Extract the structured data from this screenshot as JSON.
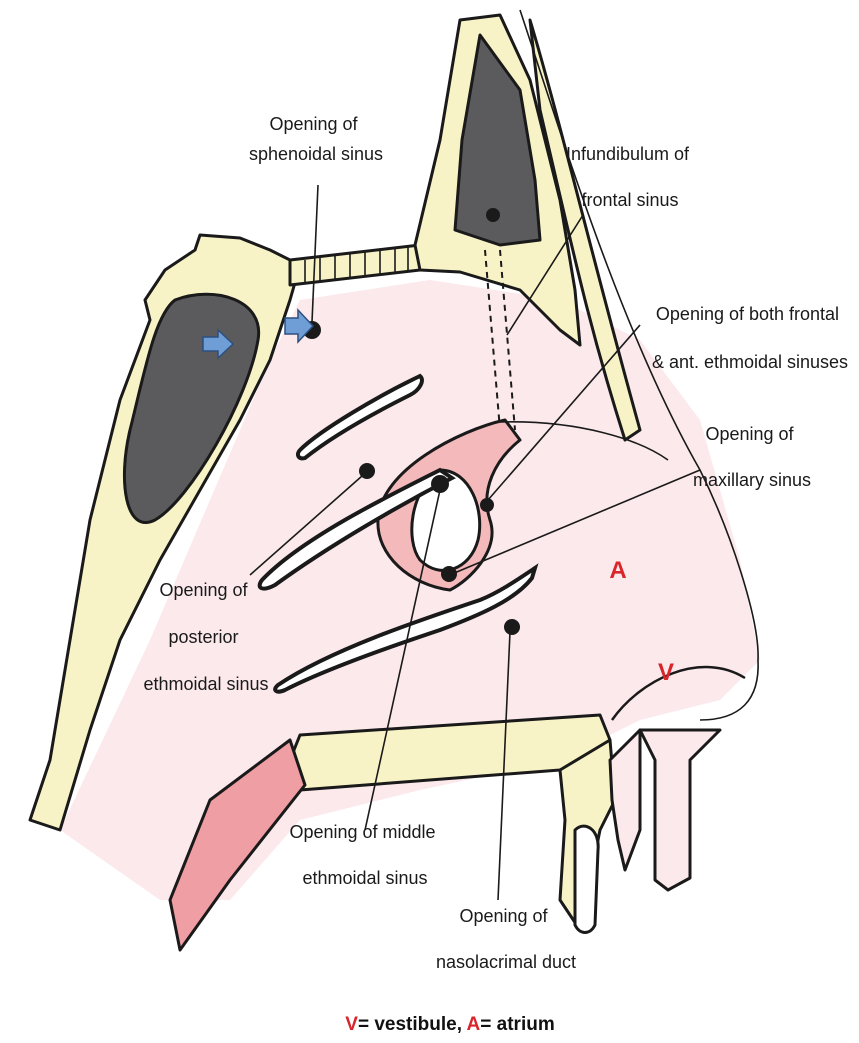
{
  "diagram": {
    "labels": {
      "sphenoidal": [
        "Opening of",
        "sphenoidal sinus"
      ],
      "infundibulum": [
        "Infundibulum of",
        "frontal sinus"
      ],
      "frontal_ethmoidal": [
        "Opening of both frontal",
        "& ant. ethmoidal sinuses"
      ],
      "maxillary": [
        "Opening of",
        "maxillary sinus"
      ],
      "posterior_ethmoidal": [
        "Opening of",
        "posterior",
        "ethmoidal sinus"
      ],
      "middle_ethmoidal": [
        "Opening of middle",
        "ethmoidal sinus"
      ],
      "nasolacrimal": [
        "Opening of",
        "nasolacrimal duct"
      ]
    },
    "region_letters": {
      "atrium": "A",
      "vestibule": "V"
    },
    "legend": {
      "v_letter": "V",
      "v_text": "= vestibule, ",
      "a_letter": "A",
      "a_text": "= atrium"
    },
    "colors": {
      "bone": "#f8f3c6",
      "cavity": "#fbe9ec",
      "sinus": "#5b5b5d",
      "cartilage": "#ef9ea3",
      "recess": "#f3b9bb",
      "arrow": "#6f9ed6",
      "letter_red": "#d8262b"
    }
  }
}
